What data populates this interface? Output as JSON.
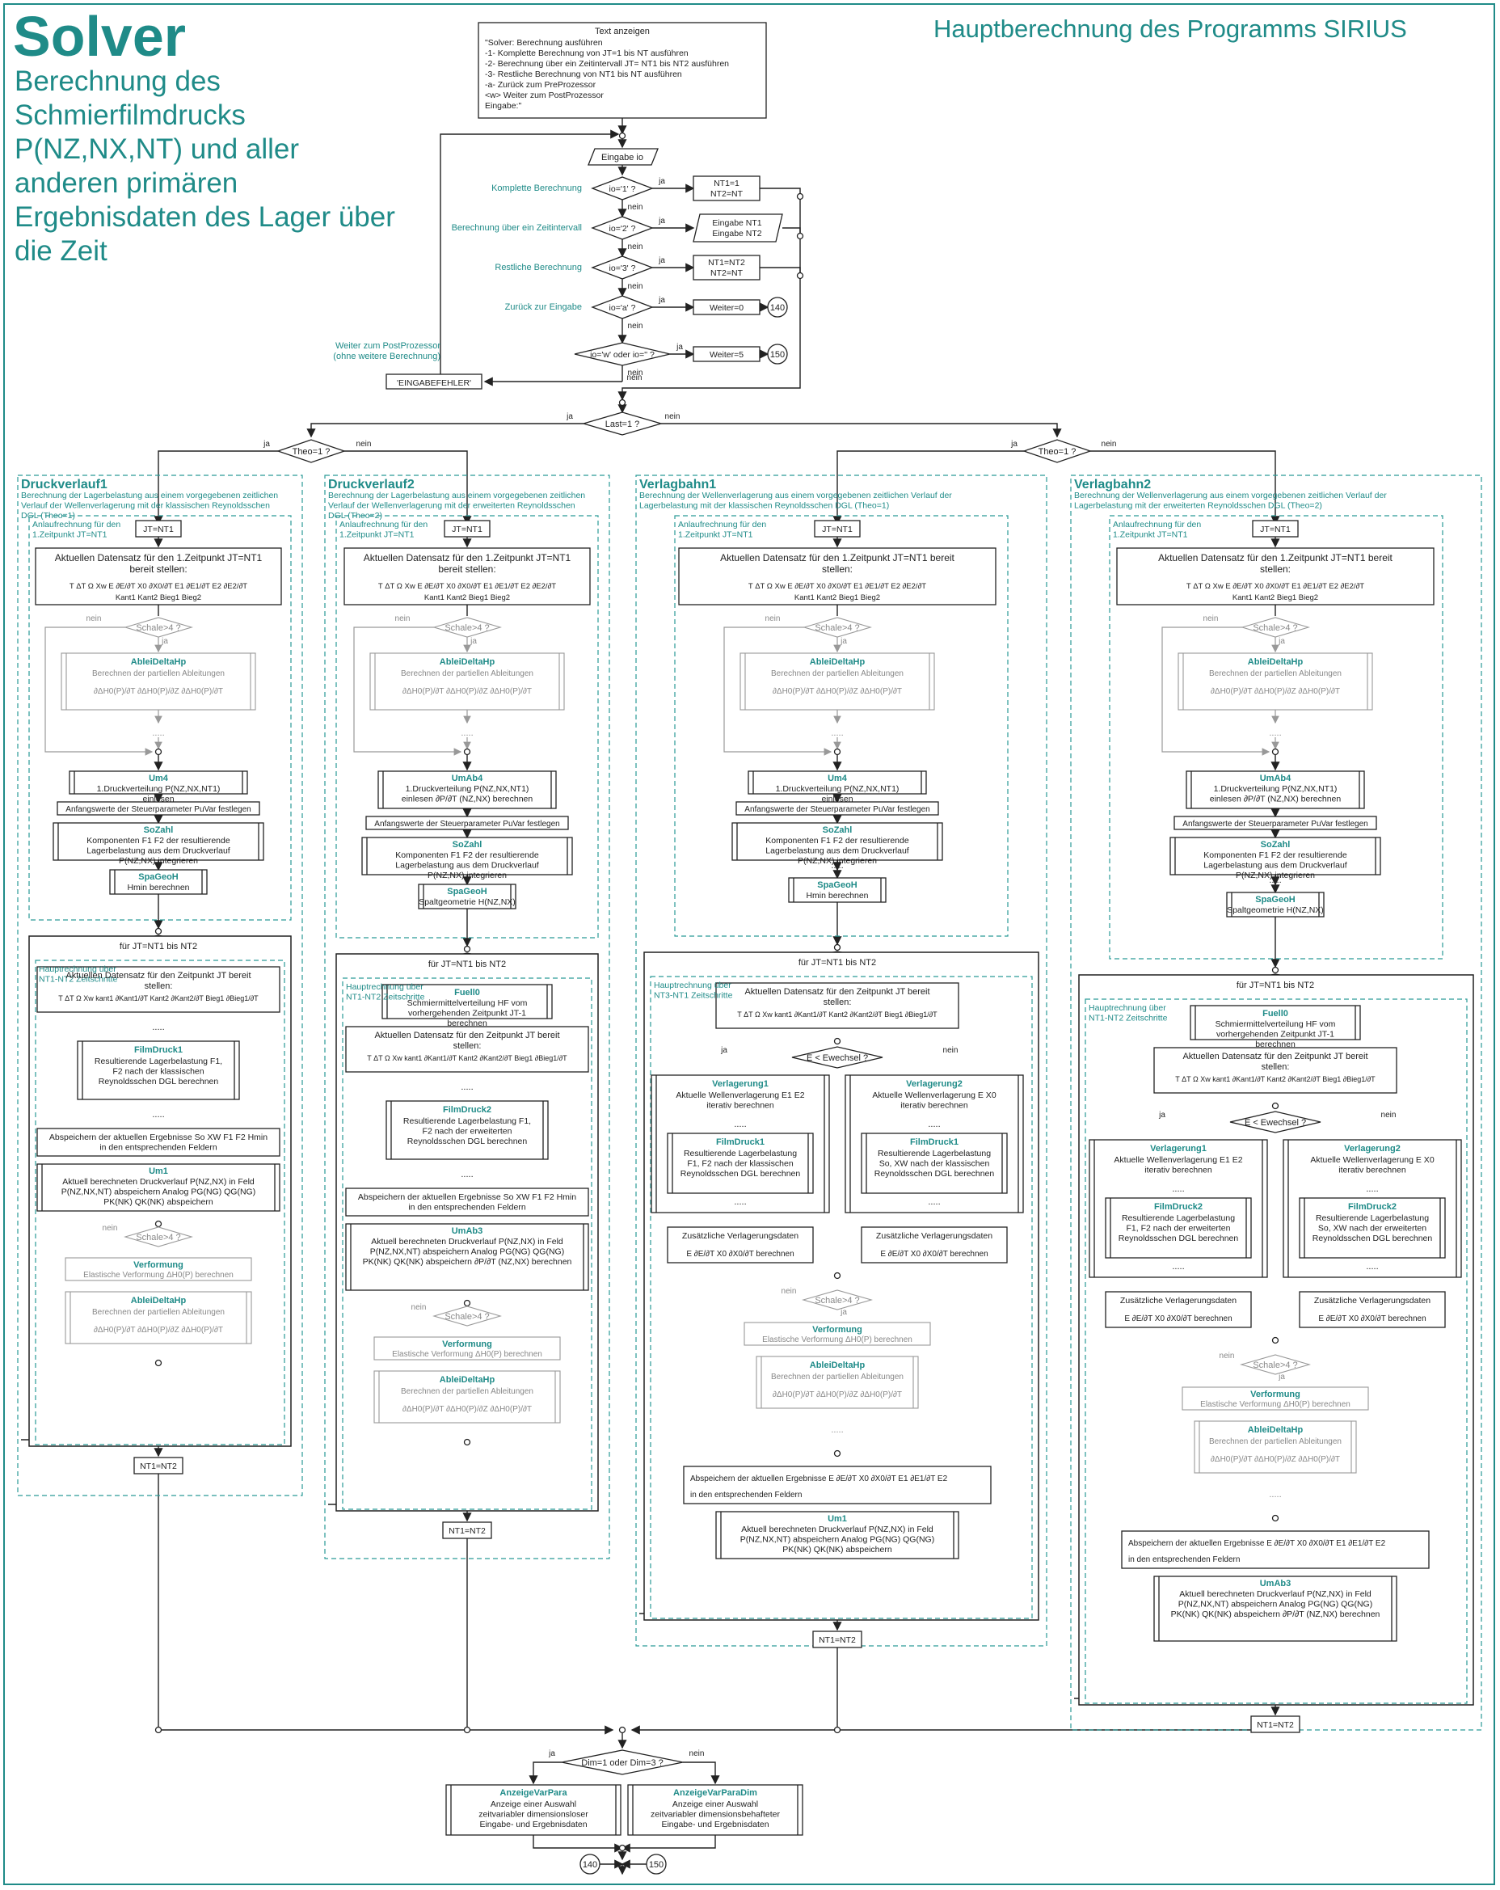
{
  "header": {
    "solver_title": "Solver",
    "solver_description": "Berechnung des Schmierfilmdrucks P(NZ,NX,NT) und aller anderen primären Ergebnisdaten des Lager über die Zeit",
    "main_title": "Hauptberechnung des Programms SIRIUS"
  },
  "menu": {
    "heading": "Text anzeigen",
    "lines": [
      "\"Solver: Berechnung ausführen",
      "-1-  Komplette Berechnung von JT=1 bis NT ausführen",
      "-2-  Berechnung über ein Zeitintervall JT= NT1 bis NT2 ausführen",
      "-3-  Restliche Berechnung von NT1 bis NT ausführen",
      "-a-  Zurück zum PreProzessor",
      "<w> Weiter zum PostProzessor",
      "Eingabe:\""
    ],
    "input": "Eingabe io",
    "options": [
      {
        "label": "Komplette Berechnung",
        "condition": "io='1' ?",
        "action": [
          "NT1=1",
          "NT2=NT"
        ]
      },
      {
        "label": "Berechnung über ein Zeitintervall",
        "condition": "io='2' ?",
        "action": [
          "Eingabe NT1",
          "Eingabe NT2"
        ]
      },
      {
        "label": "Restliche Berechnung",
        "condition": "io='3' ?",
        "action": [
          "NT1=NT2",
          "NT2=NT"
        ]
      },
      {
        "label": "Zurück zur Eingabe",
        "condition": "io='a' ?",
        "action": [
          "Weiter=0"
        ],
        "connector": "140"
      },
      {
        "label": "Weiter zum PostProzessor (ohne weitere Berechnung)",
        "condition": "io='w' oder io='' ?",
        "action": [
          "Weiter=5"
        ],
        "connector": "150"
      }
    ],
    "error": "'EINGABEFEHLER'",
    "yes": "ja",
    "no": "nein"
  },
  "decisions": {
    "last": "Last=1 ?",
    "theo": "Theo=1 ?",
    "dim": "Dim=1 oder Dim=3 ?"
  },
  "columns": [
    {
      "title": "Druckverlauf1",
      "subtitle": "Berechnung der Lagerbelastung aus einem vorgegebenen zeitlichen Verlauf der Wellenverlagerung mit der klassischen Reynoldsschen DGL (Theo=1)",
      "startup_label": "Anlaufrechnung für den 1.Zeitpunkt JT=NT1",
      "init": "JT=NT1",
      "dataset": "Aktuellen Datensatz für den 1.Zeitpunkt JT=NT1 bereit stellen:",
      "dataset_vars": "T ΔT Ω XW E ∂E/∂T X0 ∂X0/∂T E1 ∂E1/∂T E2 ∂E2/∂T Kant1 Kant2 Bieg1 Bieg2",
      "schale": "Schale>4 ?",
      "ablei": {
        "name": "AbleiDeltaHp",
        "desc": "Berechnen der partiellen Ableitungen",
        "vars": "∂ΔH0(P)/∂T   ∂ΔH0(P)/∂Z   ∂ΔH0(P)/∂T"
      },
      "um": {
        "name": "Um4",
        "desc": "1.Druckverteilung P(NZ,NX,NT1) einlesen"
      },
      "pu": "Anfangswerte der Steuerparameter PuVar festlegen",
      "so": {
        "name": "SoZahl",
        "desc": "Komponenten F1 F2 der resultierende Lagerbelastung aus dem Druckverlauf P(NZ,NX) integrieren"
      },
      "spa": {
        "name": "SpaGeoH",
        "desc": "Hmin berechnen"
      },
      "loop": "für JT=NT1 bis NT2",
      "main_label": "Hauptrechnung über NT1-NT2 Zeitschritte",
      "main_dataset": "Aktuellen Datensatz für den Zeitpunkt JT bereit stellen:",
      "film": {
        "name": "FilmDruck1",
        "desc": "Resultierende Lagerbelastung F1, F2 nach der klassischen Reynoldsschen DGL berechnen"
      },
      "save": "Abspeichern der aktuellen Ergebnisse So XW F1 F2 Hmin in den entsprechenden Feldern",
      "um2": {
        "name": "Um1",
        "desc": "Aktuell berechneten Druckverlauf P(NZ,NX) in Feld P(NZ,NX,NT) abspeichern Analog PG(NG) QG(NG) PK(NK) QK(NK) abspeichern"
      },
      "verf": {
        "name": "Verformung",
        "desc": "Elastische Verformung ΔH0(P) berechnen"
      },
      "end": "NT1=NT2"
    },
    {
      "title": "Druckverlauf2",
      "subtitle": "Berechnung der Lagerbelastung aus einem vorgegebenen zeitlichen Verlauf der Wellenverlagerung mit der erweiterten Reynoldsschen DGL (Theo=2)",
      "startup_label": "Anlaufrechnung für den 1.Zeitpunkt JT=NT1",
      "init": "JT=NT1",
      "dataset": "Aktuellen Datensatz für den 1.Zeitpunkt JT=NT1 bereit stellen:",
      "schale": "Schale>4 ?",
      "um": {
        "name": "UmAb4",
        "desc": "1.Druckverteilung P(NZ,NX,NT1) einlesen ∂P/∂T (NZ,NX) berechnen"
      },
      "pu": "Anfangswerte der Steuerparameter PuVar festlegen",
      "so": {
        "name": "SoZahl",
        "desc": "Komponenten F1 F2 der resultierende Lagerbelastung aus dem Druckverlauf P(NZ,NX) integrieren"
      },
      "spa": {
        "name": "SpaGeoH",
        "desc": "Spaltgeometrie H(NZ,NX)"
      },
      "loop": "für JT=NT1 bis NT2",
      "main_label": "Hauptrechnung über NT1-NT2 Zeitschritte",
      "fuell": {
        "name": "Fuell0",
        "desc": "Schmiermittelverteilung HF vom vorhergehenden Zeitpunkt JT-1 berechnen"
      },
      "main_dataset": "Aktuellen Datensatz für den Zeitpunkt JT bereit stellen:",
      "film": {
        "name": "FilmDruck2",
        "desc": "Resultierende Lagerbelastung F1, F2 nach der erweiterten Reynoldsschen DGL berechnen"
      },
      "save": "Abspeichern der aktuellen Ergebnisse So XW F1 F2 Hmin in den entsprechenden Feldern",
      "um2": {
        "name": "UmAb3",
        "desc": "Aktuell berechneten Druckverlauf P(NZ,NX) in Feld P(NZ,NX,NT) abspeichern Analog PG(NG) QG(NG) PK(NK) QK(NK) abspeichern ∂P/∂T (NZ,NX) berechnen"
      },
      "verf": {
        "name": "Verformung",
        "desc": "Elastische Verformung ΔH0(P) berechnen"
      },
      "end": "NT1=NT2"
    },
    {
      "title": "Verlagbahn1",
      "subtitle": "Berechnung der Wellenverlagerung aus einem vorgegebenen zeitlichen Verlauf der Lagerbelastung mit der klassischen Reynoldsschen DGL (Theo=1)",
      "startup_label": "Anlaufrechnung für den 1.Zeitpunkt JT=NT1",
      "init": "JT=NT1",
      "dataset": "Aktuellen Datensatz für den 1.Zeitpunkt JT=NT1 bereit stellen:",
      "schale": "Schale>4 ?",
      "um": {
        "name": "Um4",
        "desc": "1.Druckverteilung P(NZ,NX,NT1) einlesen"
      },
      "pu": "Anfangswerte der Steuerparameter PuVar festlegen",
      "so": {
        "name": "SoZahl",
        "desc": "Komponenten F1 F2 der resultierende Lagerbelastung aus dem Druckverlauf P(NZ,NX) integrieren"
      },
      "spa": {
        "name": "SpaGeoH",
        "desc": "Hmin berechnen"
      },
      "loop": "für JT=NT1 bis NT2",
      "main_label": "Hauptrechnung über NT3-NT1 Zeitschritte",
      "main_dataset": "Aktuellen Datensatz für den Zeitpunkt JT bereit stellen:",
      "ewe": "E < Ewechsel ?",
      "verl1": {
        "name": "Verlagerung1",
        "desc": "Aktuelle Wellenverlagerung E1 E2 iterativ berechnen"
      },
      "verl2": {
        "name": "Verlagerung2",
        "desc": "Aktuelle Wellenverlagerung E X0 iterativ berechnen"
      },
      "filma": {
        "name": "FilmDruck1",
        "desc": "Resultierende Lagerbelastung F1, F2 nach der klassischen Reynoldsschen DGL berechnen"
      },
      "filmb": {
        "name": "FilmDruck1",
        "desc": "Resultierende Lagerbelastung So, XW nach der klassischen Reynoldsschen DGL berechnen"
      },
      "zus": "Zusätzliche Verlagerungsdaten",
      "verf": {
        "name": "Verformung",
        "desc": "Elastische Verformung ΔH0(P) berechnen"
      },
      "save": "Abspeichern der aktuellen Ergebnisse in den entsprechenden Feldern",
      "um2": {
        "name": "Um1",
        "desc": "Aktuell berechneten Druckverlauf P(NZ,NX) in Feld P(NZ,NX,NT) abspeichern Analog PG(NG) QG(NG) PK(NK) QK(NK) abspeichern"
      },
      "end": "NT1=NT2"
    },
    {
      "title": "Verlagbahn2",
      "subtitle": "Berechnung der Wellenverlagerung aus einem vorgegebenen zeitlichen Verlauf der Lagerbelastung mit der erweiterten Reynoldsschen DGL (Theo=2)",
      "startup_label": "Anlaufrechnung für den 1.Zeitpunkt JT=NT1",
      "init": "JT=NT1",
      "dataset": "Aktuellen Datensatz für den 1.Zeitpunkt JT=NT1 bereit stellen:",
      "schale": "Schale>4 ?",
      "um": {
        "name": "UmAb4",
        "desc": "1.Druckverteilung P(NZ,NX,NT1) einlesen ∂P/∂T (NZ,NX) berechnen"
      },
      "pu": "Anfangswerte der Steuerparameter PuVar festlegen",
      "so": {
        "name": "SoZahl",
        "desc": "Komponenten F1 F2 der resultierende Lagerbelastung aus dem Druckverlauf P(NZ,NX) integrieren"
      },
      "spa": {
        "name": "SpaGeoH",
        "desc": "Spaltgeometrie H(NZ,NX)"
      },
      "loop": "für JT=NT1 bis NT2",
      "main_label": "Hauptrechnung über NT1-NT2 Zeitschritte",
      "fuell": {
        "name": "Fuell0",
        "desc": "Schmiermittelverteilung HF vom vorhergehenden Zeitpunkt JT-1 berechnen"
      },
      "main_dataset": "Aktuellen Datensatz für den Zeitpunkt JT bereit stellen:",
      "ewe": "E < Ewechsel ?",
      "verl1": {
        "name": "Verlagerung1",
        "desc": "Aktuelle Wellenverlagerung E1 E2 iterativ berechnen"
      },
      "verl2": {
        "name": "Verlagerung2",
        "desc": "Aktuelle Wellenverlagerung E X0 iterativ berechnen"
      },
      "filma": {
        "name": "FilmDruck2",
        "desc": "Resultierende Lagerbelastung F1, F2 nach der erweiterten Reynoldsschen DGL berechnen"
      },
      "filmb": {
        "name": "FilmDruck2",
        "desc": "Resultierende Lagerbelastung So, XW nach der erweiterten Reynoldsschen DGL berechnen"
      },
      "zus": "Zusätzliche Verlagerungsdaten",
      "verf": {
        "name": "Verformung",
        "desc": "Elastische Verformung ΔH0(P) berechnen"
      },
      "save": "Abspeichern der aktuellen Ergebnisse in den entsprechenden Feldern",
      "um2": {
        "name": "UmAb3",
        "desc": "Aktuell berechneten Druckverlauf P(NZ,NX) in Feld P(NZ,NX,NT) abspeichern Analog PG(NG) QG(NG) PK(NK) QK(NK) abspeichern ∂P/∂T (NZ,NX) berechnen"
      },
      "end": "NT1=NT2"
    }
  ],
  "footer": {
    "left": {
      "name": "AnzeigeVarPara",
      "desc": "Anzeige einer Auswahl zeitvariabler dimensionsloser Eingabe- und Ergebnisdaten"
    },
    "right": {
      "name": "AnzeigeVarParaDim",
      "desc": "Anzeige einer Auswahl zeitvariabler dimensionsbehafteter Eingabe- und Ergebnisdaten"
    },
    "connectors": [
      "140",
      "150"
    ]
  },
  "colors": {
    "accent": "#1f8b88",
    "line": "#222222",
    "grey": "#999999"
  }
}
